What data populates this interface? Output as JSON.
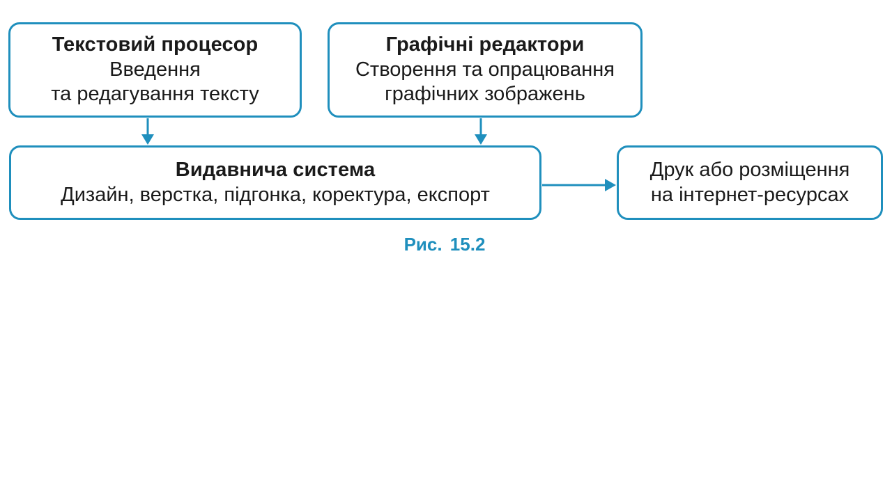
{
  "colors": {
    "accent": "#1f8fbd",
    "text": "#1a1a1a",
    "background": "#ffffff"
  },
  "boxes": {
    "text_processor": {
      "title": "Текстовий процесор",
      "lines": [
        "Введення",
        "та редагування тексту"
      ]
    },
    "graphic_editors": {
      "title": "Графічні редактори",
      "lines": [
        "Створення та опрацювання",
        "графічних зображень"
      ]
    },
    "publishing_system": {
      "title": "Видавнича система",
      "lines": [
        "Дизайн, верстка, підгонка, коректура, експорт"
      ]
    },
    "output": {
      "lines": [
        "Друк або розміщення",
        "на інтернет-ресурсах"
      ]
    }
  },
  "caption": "Рис. 15.2"
}
